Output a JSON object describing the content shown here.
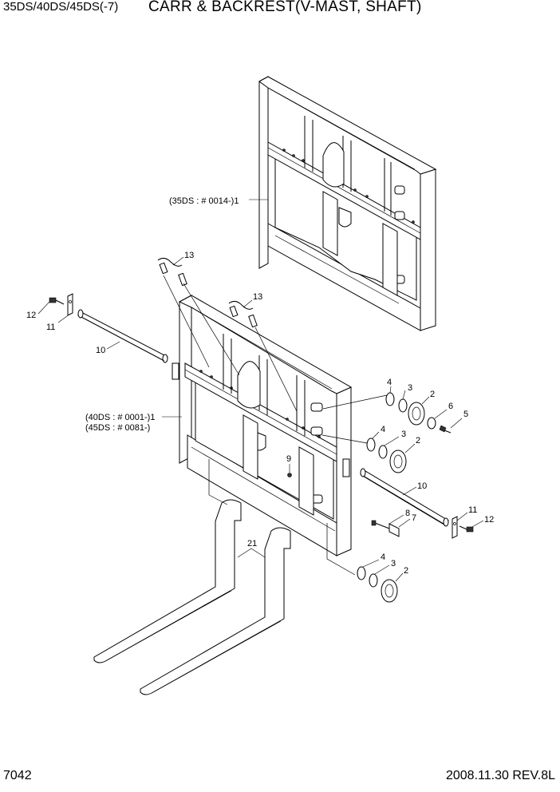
{
  "header": {
    "model": "35DS/40DS/45DS(-7)",
    "title": "CARR & BACKREST(V-MAST, SHAFT)"
  },
  "footer": {
    "page_number": "7042",
    "date_rev": "2008.11.30  REV.8L"
  },
  "callouts": {
    "upper_carriage_serial": "(35DS : # 0014-)1",
    "lower_carriage_serial_40": "(40DS : # 0001-)1",
    "lower_carriage_serial_45": "(45DS : # 0081-)",
    "p2": "2",
    "p3": "3",
    "p4": "4",
    "p5": "5",
    "p6": "6",
    "p7": "7",
    "p8": "8",
    "p9": "9",
    "p10": "10",
    "p11": "11",
    "p12": "12",
    "p13": "13",
    "p21": "21"
  }
}
